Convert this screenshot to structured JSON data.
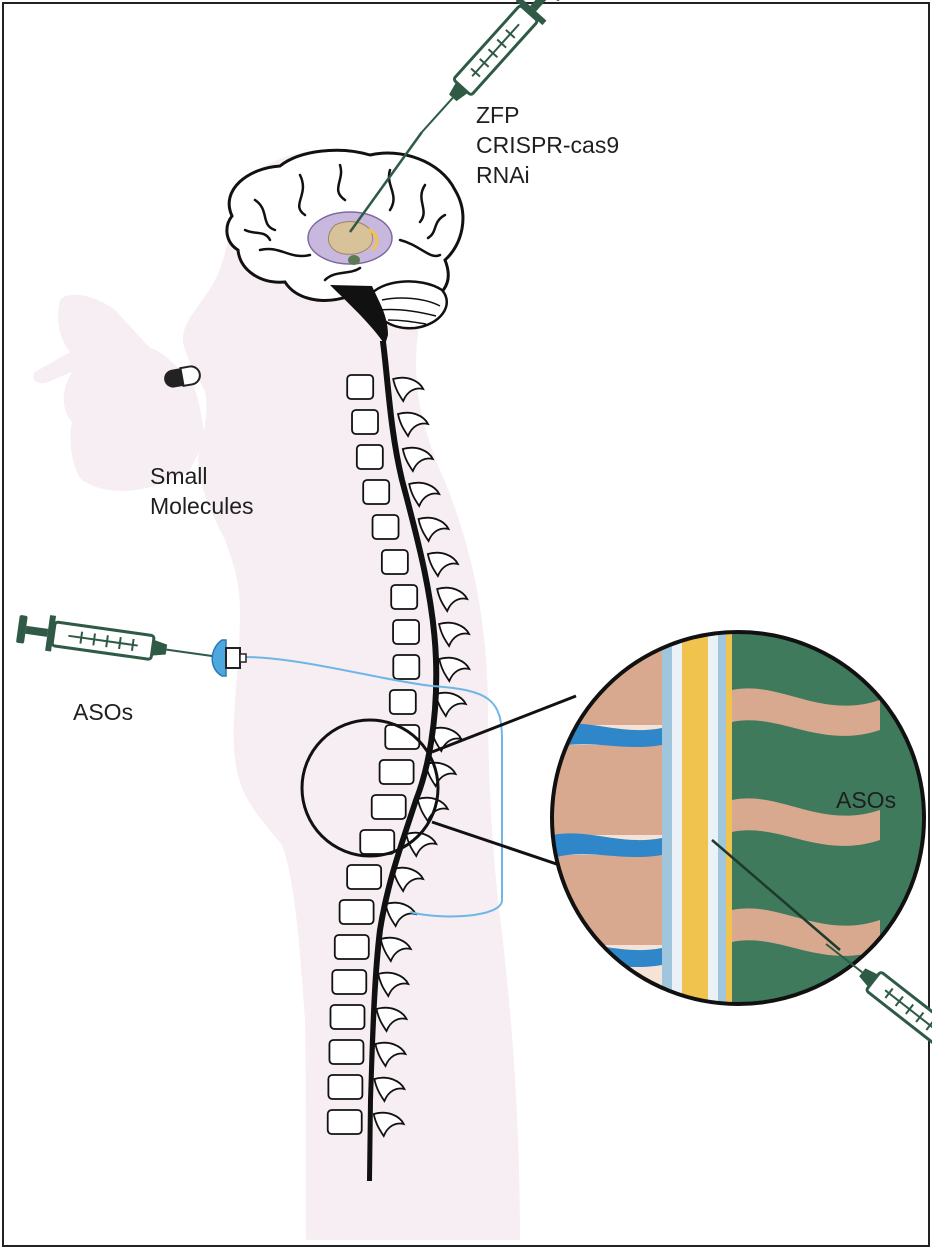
{
  "labels": {
    "brain_therapies": [
      "ZFP",
      "CRISPR-cas9",
      "RNAi"
    ],
    "oral": [
      "Small",
      "Molecules"
    ],
    "pump_injection": "ASOs",
    "intrathecal_injection": "ASOs"
  },
  "colors": {
    "body_silhouette": "#f6eef3",
    "outline": "#111111",
    "syringe_green": "#2e5a46",
    "pump_blue": "#4ea8e0",
    "catheter_blue": "#6fb6e6",
    "vertebra_tan": "#d8a98f",
    "disc_blue": "#2f86c8",
    "csf_yellow": "#f0c24e",
    "ligament_green": "#3f7a5c",
    "striatum_purple": "#c9b8dd",
    "caudate_tan": "#d8c29a"
  },
  "icons": [
    "syringe-icon",
    "capsule-icon",
    "brain-icon",
    "spinal-cord-icon",
    "infusion-pump-icon",
    "magnifier-circle-icon"
  ]
}
